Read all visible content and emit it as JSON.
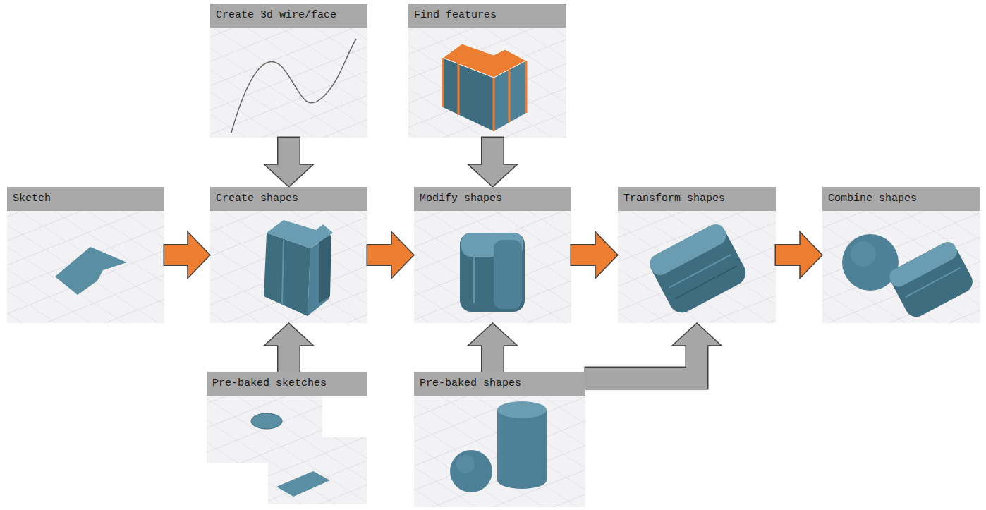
{
  "diagram": {
    "nodes": [
      {
        "text": [
          "Create 3d wire/face"
        ]
      },
      {
        "text": [
          "Find features"
        ]
      },
      {
        "text": [
          "Sketch"
        ]
      },
      {
        "text": [
          "Create shapes"
        ]
      },
      {
        "text": [
          "Modify shapes"
        ]
      },
      {
        "text": [
          "Transform shapes"
        ]
      },
      {
        "text": [
          "Combine shapes"
        ]
      },
      {
        "text": [
          "Pre-baked sketches"
        ]
      },
      {
        "text": [
          "Pre-baked shapes"
        ]
      }
    ],
    "edges": [
      {
        "from": 2,
        "to": 3,
        "arrow": "to"
      },
      {
        "from": 0,
        "to": 3,
        "arrow": "to"
      },
      {
        "from": 7,
        "to": 3,
        "arrow": "to"
      },
      {
        "from": 3,
        "to": 4,
        "arrow": "to"
      },
      {
        "from": 1,
        "to": 4,
        "arrow": "to"
      },
      {
        "from": 8,
        "to": 4,
        "arrow": "to"
      },
      {
        "from": 4,
        "to": 5,
        "arrow": "to"
      },
      {
        "from": 5,
        "to": 6,
        "arrow": "to"
      },
      {
        "from": 8,
        "to": 5,
        "arrow": "to"
      }
    ]
  }
}
